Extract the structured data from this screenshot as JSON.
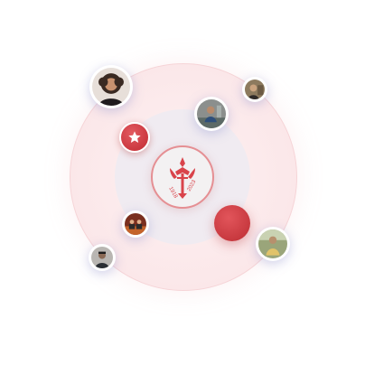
{
  "logo": {
    "year_left": "1918",
    "year_right": "2023",
    "accent": "#d9444b"
  },
  "avatars": [
    {
      "id": "woman-curly-hair",
      "icon": "user-photo-icon"
    },
    {
      "id": "top-right-small",
      "icon": "user-photo-icon"
    },
    {
      "id": "workshop",
      "icon": "user-photo-icon"
    },
    {
      "id": "stage-group",
      "icon": "user-photo-icon"
    },
    {
      "id": "bottom-right-outdoor",
      "icon": "user-photo-icon"
    },
    {
      "id": "bottom-left-man",
      "icon": "user-photo-icon"
    }
  ],
  "badges": {
    "star": "star-icon",
    "dot": "red-dot"
  }
}
